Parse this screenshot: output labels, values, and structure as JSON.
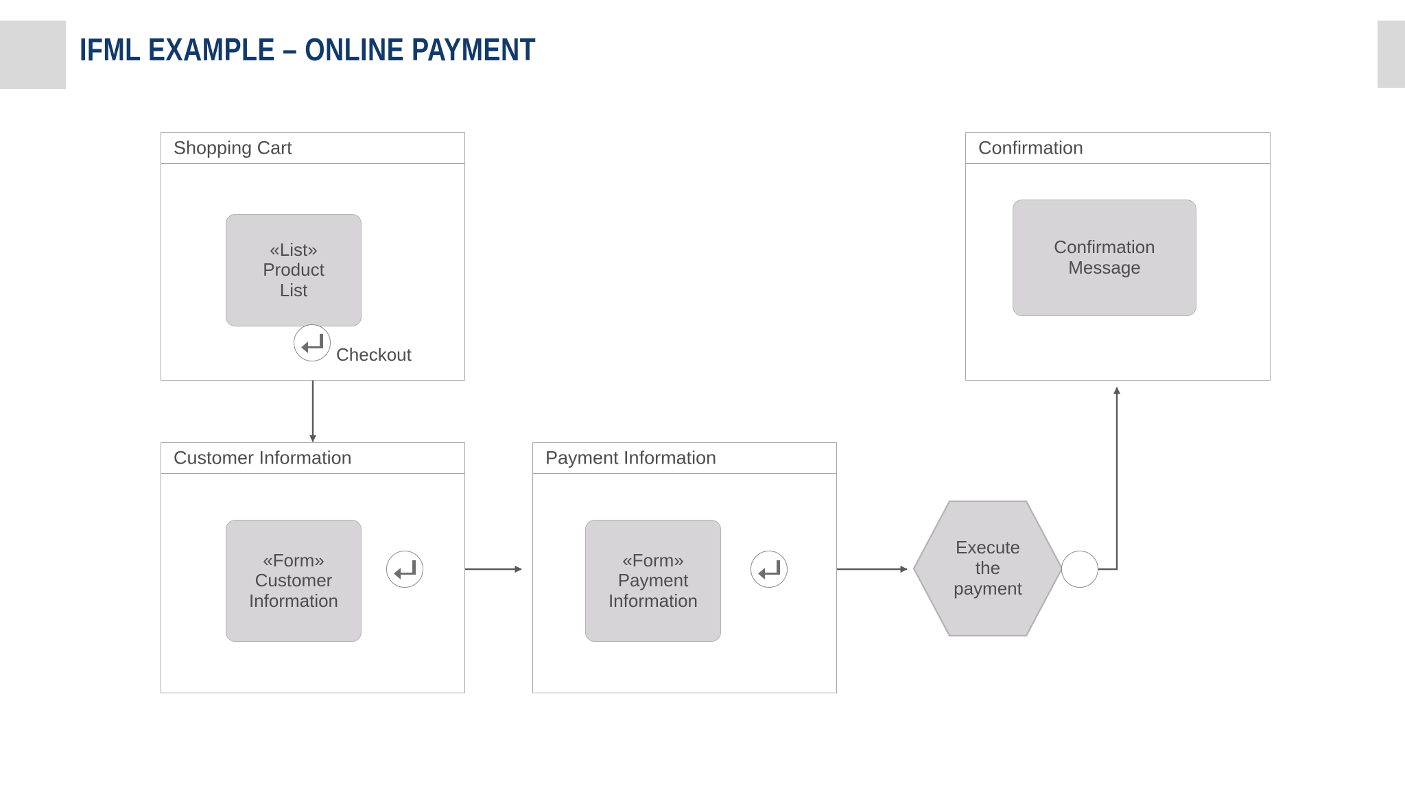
{
  "slide": {
    "title": "IFML EXAMPLE – ONLINE PAYMENT",
    "title_color": "#11396b",
    "background_color": "#ffffff",
    "accent_block_color": "#d9d9d9"
  },
  "palette": {
    "component_fill": "#d6d4d6",
    "component_border": "#b3b1b3",
    "container_border": "#a6a6a6",
    "text": "#4d4d4f",
    "connector": "#595959"
  },
  "diagram": {
    "type": "ifml-interaction-flow",
    "containers": [
      {
        "id": "shopping-cart",
        "title": "Shopping Cart",
        "component": {
          "stereotype": "«List»",
          "name_line1": "Product",
          "name_line2": "List"
        },
        "event": {
          "icon": "return-arrow-icon",
          "label": "Checkout"
        }
      },
      {
        "id": "customer-information",
        "title": "Customer Information",
        "component": {
          "stereotype": "«Form»",
          "name_line1": "Customer",
          "name_line2": "Information"
        },
        "event": {
          "icon": "return-arrow-icon",
          "label": ""
        }
      },
      {
        "id": "payment-information",
        "title": "Payment Information",
        "component": {
          "stereotype": "«Form»",
          "name_line1": "Payment",
          "name_line2": "Information"
        },
        "event": {
          "icon": "return-arrow-icon",
          "label": ""
        }
      },
      {
        "id": "confirmation",
        "title": "Confirmation",
        "component": {
          "stereotype": "",
          "name_line1": "Confirmation",
          "name_line2": "Message"
        }
      }
    ],
    "action": {
      "id": "execute-the-payment",
      "shape": "hexagon",
      "label_line1": "Execute",
      "label_line2": "the",
      "label_line3": "payment",
      "output_port": "empty-circle"
    },
    "flows": [
      {
        "from": "shopping-cart.checkout-event",
        "to": "customer-information",
        "label": "Checkout",
        "direction": "down"
      },
      {
        "from": "customer-information.event",
        "to": "payment-information",
        "label": "",
        "direction": "right"
      },
      {
        "from": "payment-information.event",
        "to": "execute-the-payment",
        "label": "",
        "direction": "right"
      },
      {
        "from": "execute-the-payment.output",
        "to": "confirmation",
        "label": "",
        "direction": "up"
      }
    ]
  }
}
